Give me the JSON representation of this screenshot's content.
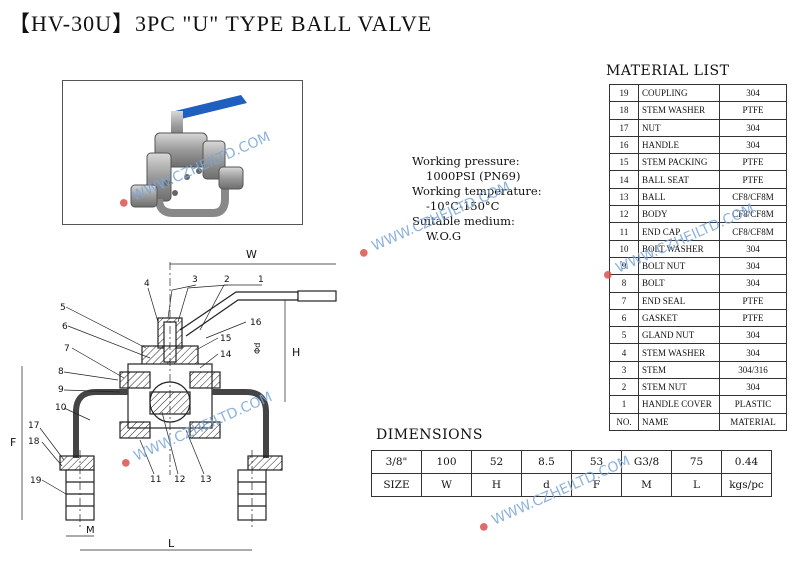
{
  "title": "【HV-30U】3PC \"U\" TYPE BALL VALVE",
  "specs": {
    "line1": "Working pressure:",
    "line2": "1000PSI (PN69)",
    "line3": "Working temperature:",
    "line4": "-10°C-150°C",
    "line5": "Suitable medium:",
    "line6": "W.O.G"
  },
  "material_list": {
    "title": "MATERIAL LIST",
    "rows": [
      {
        "no": "19",
        "name": "COUPLING",
        "material": "304"
      },
      {
        "no": "18",
        "name": "STEM WASHER",
        "material": "PTFE"
      },
      {
        "no": "17",
        "name": "NUT",
        "material": "304"
      },
      {
        "no": "16",
        "name": "HANDLE",
        "material": "304"
      },
      {
        "no": "15",
        "name": "STEM PACKING",
        "material": "PTFE"
      },
      {
        "no": "14",
        "name": "BALL SEAT",
        "material": "PTFE"
      },
      {
        "no": "13",
        "name": "BALL",
        "material": "CF8/CF8M"
      },
      {
        "no": "12",
        "name": "BODY",
        "material": "CF8/CF8M"
      },
      {
        "no": "11",
        "name": "END CAP",
        "material": "CF8/CF8M"
      },
      {
        "no": "10",
        "name": "BOLT WASHER",
        "material": "304"
      },
      {
        "no": "9",
        "name": "BOLT NUT",
        "material": "304"
      },
      {
        "no": "8",
        "name": "BOLT",
        "material": "304"
      },
      {
        "no": "7",
        "name": "END SEAL",
        "material": "PTFE"
      },
      {
        "no": "6",
        "name": "GASKET",
        "material": "PTFE"
      },
      {
        "no": "5",
        "name": "GLAND NUT",
        "material": "304"
      },
      {
        "no": "4",
        "name": "STEM WASHER",
        "material": "304"
      },
      {
        "no": "3",
        "name": "STEM",
        "material": "304/316"
      },
      {
        "no": "2",
        "name": "STEM NUT",
        "material": "304"
      },
      {
        "no": "1",
        "name": "HANDLE COVER",
        "material": "PLASTIC"
      },
      {
        "no": "NO.",
        "name": "NAME",
        "material": "MATERIAL"
      }
    ]
  },
  "dimensions": {
    "title": "DIMENSIONS",
    "values": [
      "3/8\"",
      "100",
      "52",
      "8.5",
      "53",
      "G3/8",
      "75",
      "0.44"
    ],
    "headers": [
      "SIZE",
      "W",
      "H",
      "d",
      "F",
      "M",
      "L",
      "kgs/pc"
    ]
  },
  "drawing": {
    "labels": [
      "1",
      "2",
      "3",
      "4",
      "5",
      "6",
      "7",
      "8",
      "9",
      "10",
      "11",
      "12",
      "13",
      "14",
      "15",
      "16",
      "17",
      "18",
      "19"
    ],
    "dim_W": "W",
    "dim_H": "H",
    "dim_d": "Φd",
    "dim_F": "F",
    "dim_M": "M",
    "dim_L": "L"
  },
  "watermark": "WWW.CZHEILTD.COM",
  "colors": {
    "handle": "#1f5fbf",
    "watermark": "#7aa6d8"
  }
}
